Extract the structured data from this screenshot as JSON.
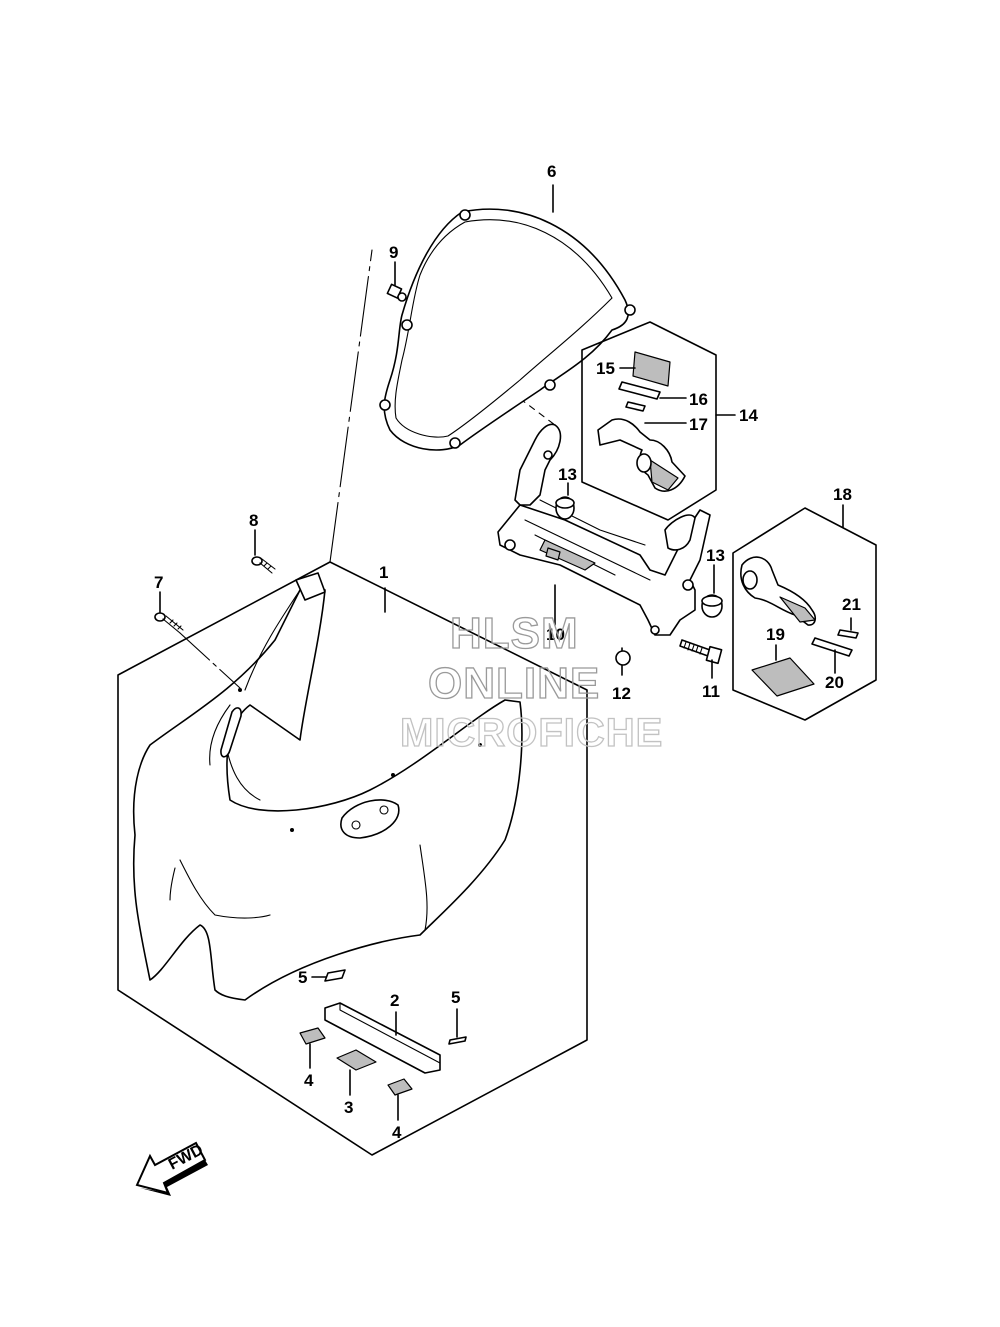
{
  "callouts": {
    "n1": "1",
    "n2": "2",
    "n3": "3",
    "n4a": "4",
    "n4b": "4",
    "n5a": "5",
    "n5b": "5",
    "n6": "6",
    "n7": "7",
    "n8": "8",
    "n9": "9",
    "n10": "10",
    "n11": "11",
    "n12": "12",
    "n13a": "13",
    "n13b": "13",
    "n14": "14",
    "n15": "15",
    "n16": "16",
    "n17": "17",
    "n18": "18",
    "n19": "19",
    "n20": "20",
    "n21": "21"
  },
  "watermark": {
    "line1": "HLSM",
    "line2": "ONLINE",
    "line3": "MICROFICHE"
  },
  "direction_marker": {
    "label": "FWD"
  }
}
